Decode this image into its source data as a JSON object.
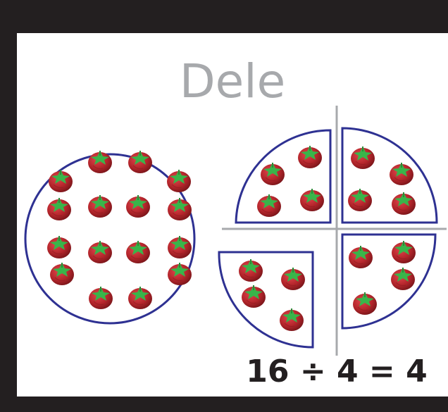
{
  "title": "Dele",
  "equation": "16 ÷ 4 = 4",
  "icon": "tomato-icon",
  "colors": {
    "frame": "#231f20",
    "title": "#a7a9ac",
    "plate_outline": "#2e3192",
    "divider": "#a7a9ac",
    "tomato": "#c1272d",
    "leaf": "#39b54a"
  },
  "total_tomatoes": 16,
  "groups": 4,
  "per_group": 4
}
